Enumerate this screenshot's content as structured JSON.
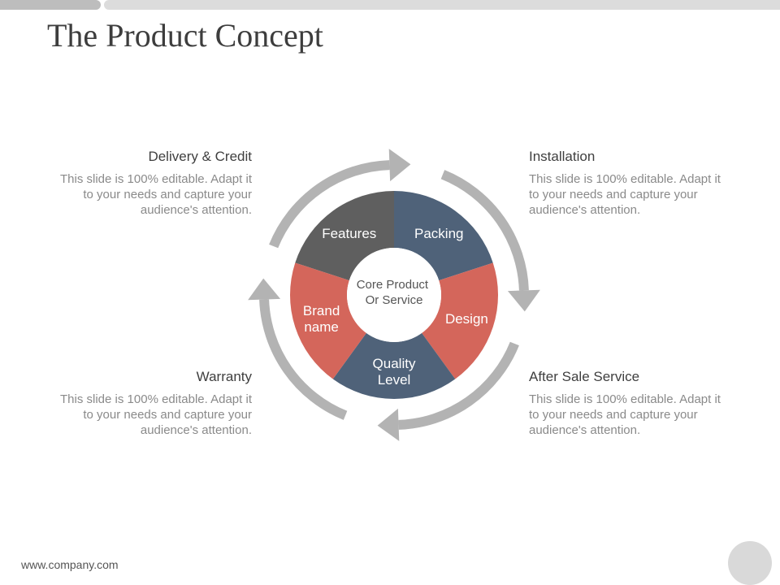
{
  "slide": {
    "title": "The Product Concept",
    "footer": "www.company.com"
  },
  "diagram": {
    "center_label_lines": [
      "Core Product",
      "Or Service"
    ],
    "segments": [
      {
        "lines": [
          "Features"
        ],
        "color": "#5f5f5f"
      },
      {
        "lines": [
          "Packing"
        ],
        "color": "#4f6279"
      },
      {
        "lines": [
          "Design"
        ],
        "color": "#d4665b"
      },
      {
        "lines": [
          "Quality",
          "Level"
        ],
        "color": "#4f6279"
      },
      {
        "lines": [
          "Brand",
          "name"
        ],
        "color": "#d4665b"
      }
    ],
    "arrow_color": "#b3b3b3"
  },
  "blocks": {
    "top_left": {
      "heading": "Delivery & Credit",
      "text": "This slide is 100% editable. Adapt it to your needs and capture your audience's attention."
    },
    "top_right": {
      "heading": "Installation",
      "text": "This slide is 100% editable. Adapt it to your needs and capture your audience's attention."
    },
    "bottom_left": {
      "heading": "Warranty",
      "text": "This slide is 100% editable. Adapt it to your needs and capture your audience's attention."
    },
    "bottom_right": {
      "heading": "After Sale Service",
      "text": "This slide is 100% editable. Adapt it to your needs and capture your audience's attention."
    }
  }
}
